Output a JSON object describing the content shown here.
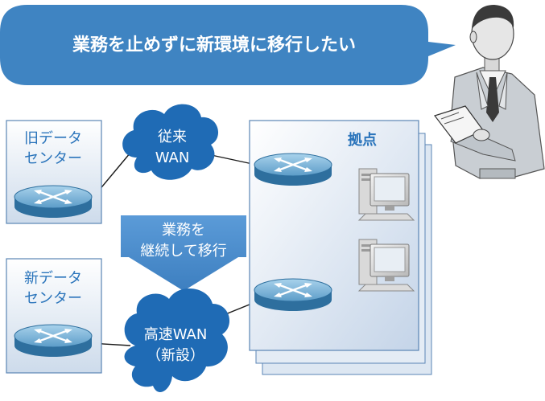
{
  "speech": {
    "text": "業務を止めずに新環境に移行したい"
  },
  "old_dc": {
    "line1": "旧データ",
    "line2": "センター"
  },
  "new_dc": {
    "line1": "新データ",
    "line2": "センター"
  },
  "old_wan": {
    "line1": "従来",
    "line2": "WAN"
  },
  "new_wan": {
    "line1": "高速WAN",
    "line2": "（新設）"
  },
  "arrow": {
    "line1": "業務を",
    "line2": "継続して移行"
  },
  "site": {
    "label": "拠点"
  },
  "colors": {
    "speech_bubble": "#3f84c2",
    "cloud": "#1f6bb5",
    "arrow": "#4c8fcf",
    "label_text": "#2a74bb"
  }
}
